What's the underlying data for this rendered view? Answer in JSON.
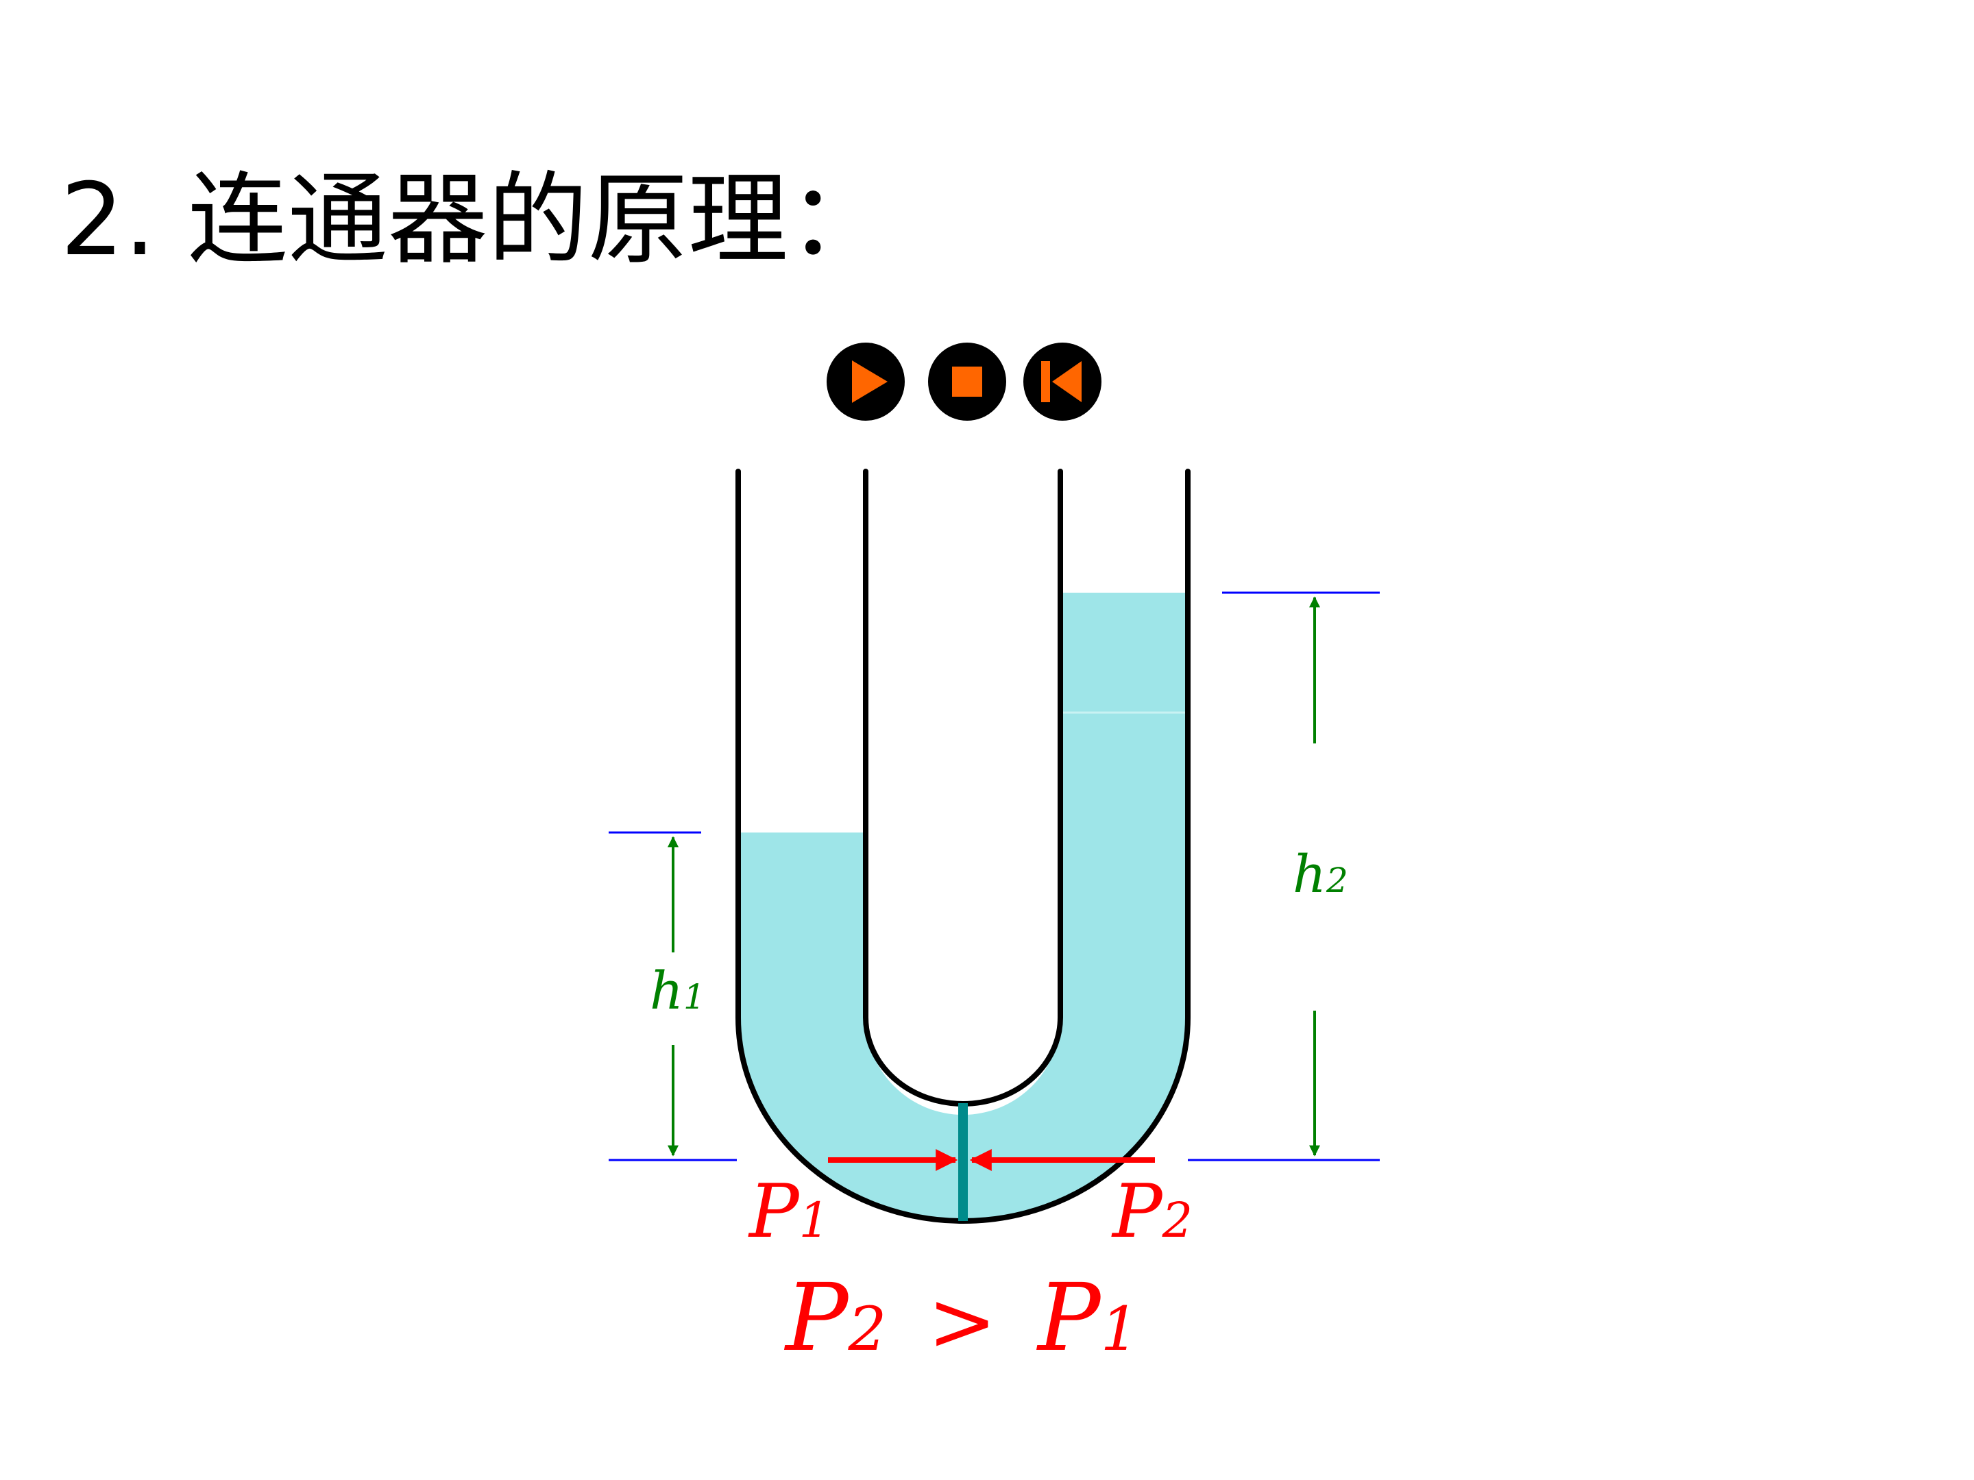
{
  "title": "2. 连通器的原理：",
  "controls": {
    "play_icon": "play-icon",
    "stop_icon": "stop-icon",
    "rewind_icon": "skip-to-start-icon",
    "button_color": "#000000",
    "icon_color": "#ff6600"
  },
  "labels": {
    "h1_letter": "h",
    "h1_sub": "1",
    "h2_letter": "h",
    "h2_sub": "2",
    "p1_letter": "P",
    "p1_sub": "1",
    "p2_letter": "P",
    "p2_sub": "2",
    "relation_left_letter": "P",
    "relation_left_sub": "2",
    "relation_op": ">",
    "relation_right_letter": "P",
    "relation_right_sub": "1"
  },
  "colors": {
    "water": "#9ee5e8",
    "tube": "#000000",
    "reference_line": "#0000ff",
    "height_arrow": "#008000",
    "pressure": "#ff0000",
    "membrane": "#008b8b"
  }
}
